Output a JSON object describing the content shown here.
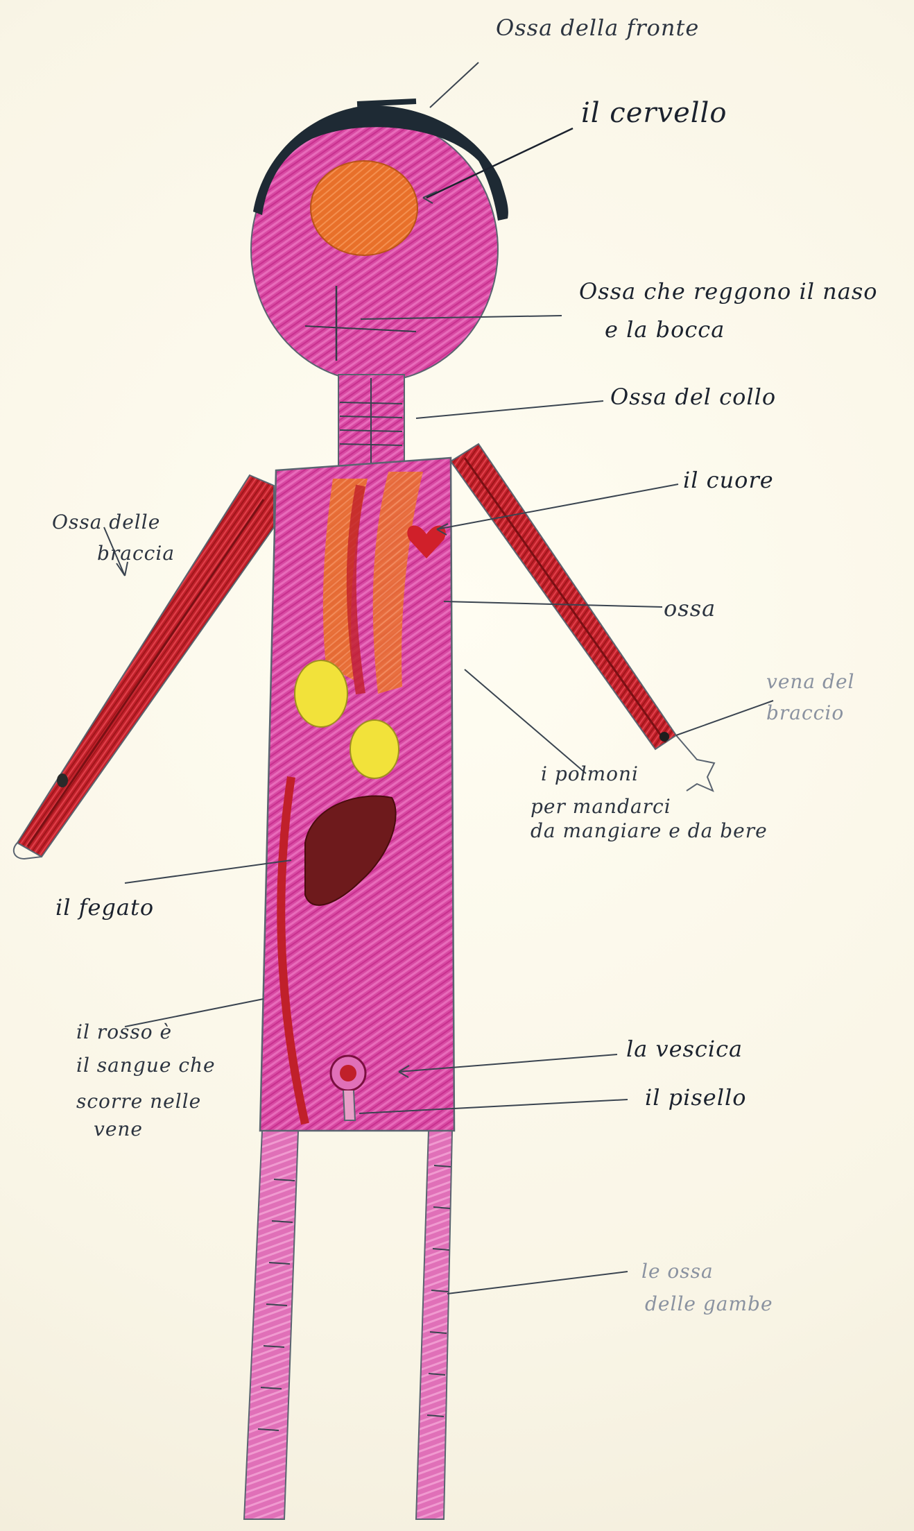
{
  "labels": {
    "ossa_fronte": "Ossa della fronte",
    "cervello": "il cervello",
    "ossa_naso_1": "Ossa che reggono il naso",
    "ossa_naso_2": "e la bocca",
    "ossa_collo": "Ossa del collo",
    "cuore": "il cuore",
    "ossa_braccia_1": "Ossa delle",
    "ossa_braccia_2": "braccia",
    "ossa": "ossa",
    "vena_braccio_1": "vena del",
    "vena_braccio_2": "braccio",
    "polmoni_1": "i polmoni",
    "polmoni_2": "per mandarci",
    "polmoni_3": "da mangiare e da bere",
    "fegato": "il fegato",
    "rosso_1": "il rosso è",
    "rosso_2": "il sangue che",
    "rosso_3": "scorre nelle",
    "rosso_4": "vene",
    "vescica": "la vescica",
    "pisello": "il pisello",
    "gambe_1": "le ossa",
    "gambe_2": "delle gambe"
  },
  "colors": {
    "paper": "#fbf8ec",
    "body_pink": "#d8409e",
    "muscle_red": "#c8202a",
    "brain_orange": "#e8702a",
    "lung_yellow": "#f2e23a",
    "liver_brown": "#6e1a1c",
    "hair": "#1e2a34",
    "pencil": "#5a6470"
  }
}
